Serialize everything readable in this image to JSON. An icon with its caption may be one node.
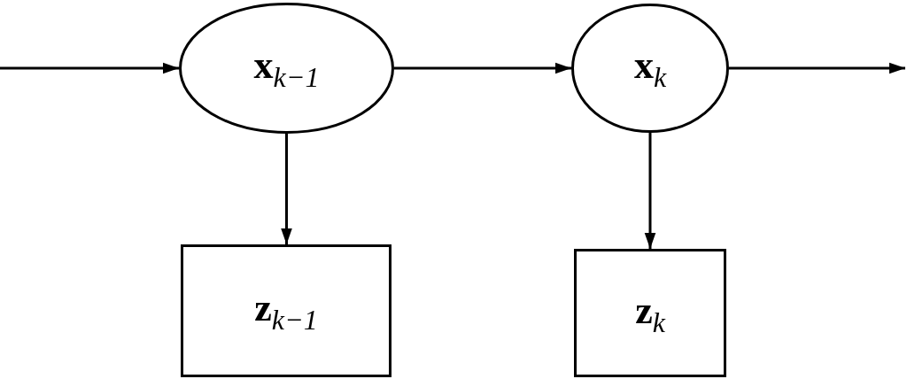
{
  "diagram": {
    "nodes": [
      {
        "text": [
          "**x**$_{k−1}$"
        ]
      },
      {
        "text": [
          "**x**$_{k}$"
        ]
      },
      {
        "text": [
          "**z**$_{k−1}$"
        ]
      },
      {
        "text": [
          "**z**$_{k}$"
        ]
      }
    ],
    "edges": [
      {
        "from": null,
        "to": 0,
        "arrow": "to"
      },
      {
        "from": 0,
        "to": 1,
        "arrow": "to"
      },
      {
        "from": 1,
        "to": null,
        "arrow": "to"
      },
      {
        "from": 0,
        "to": 2,
        "arrow": "to"
      },
      {
        "from": 1,
        "to": 3,
        "arrow": "to"
      }
    ]
  }
}
